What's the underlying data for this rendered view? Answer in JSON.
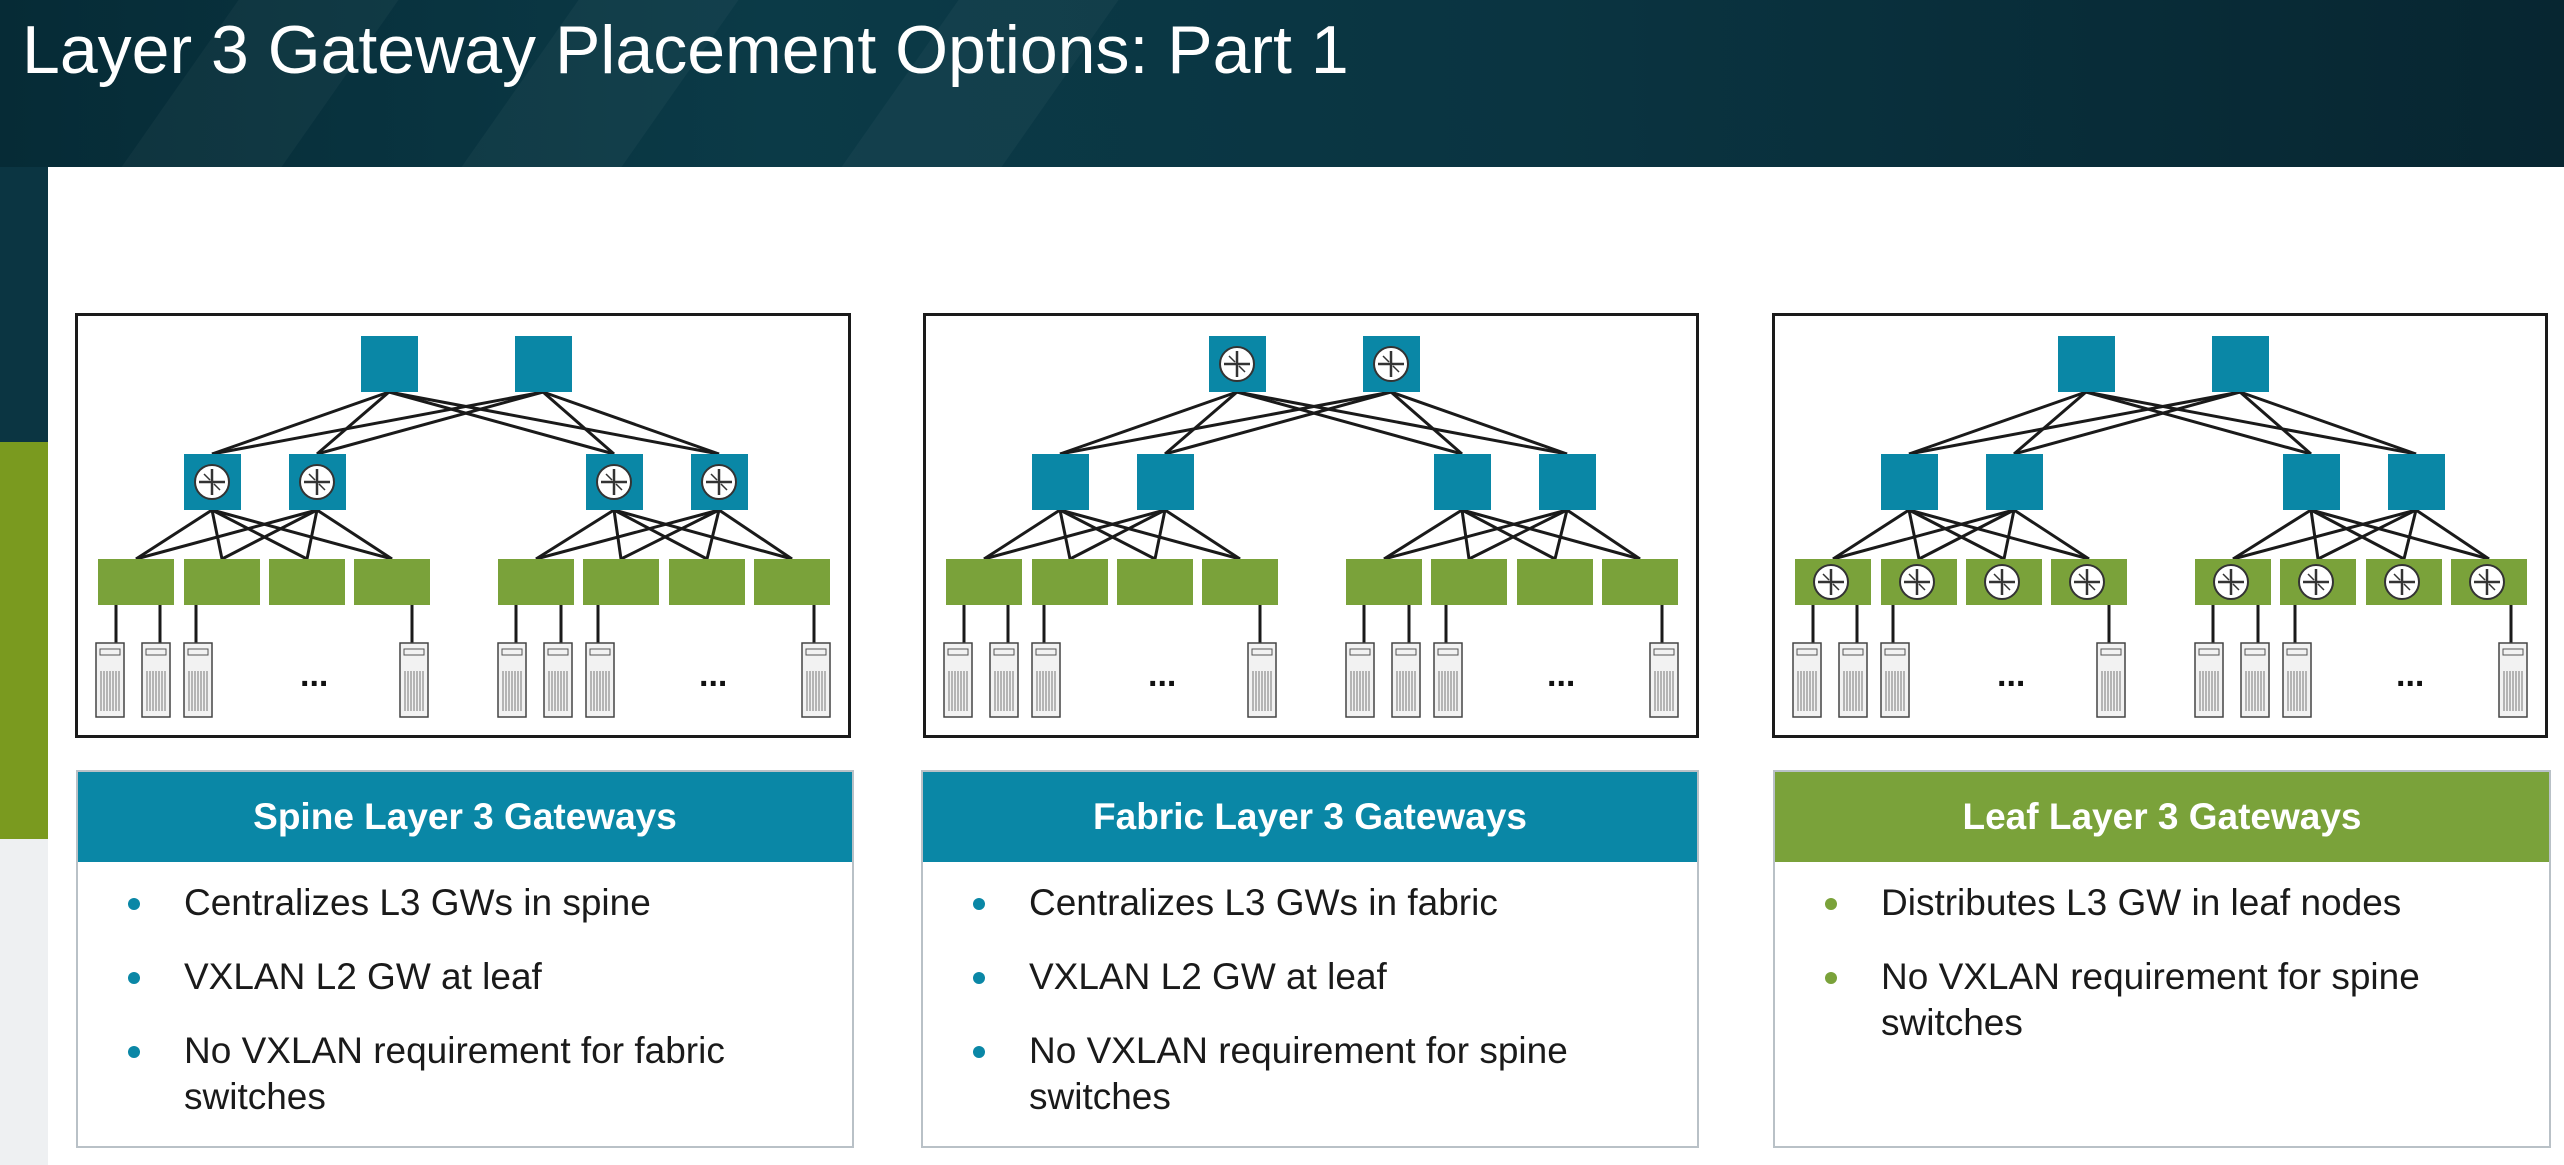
{
  "title": "Layer 3 Gateway Placement Options: Part 1",
  "colors": {
    "spine_blue": "#0a87a6",
    "leaf_green": "#7aa23a",
    "header_dark": "#062b36",
    "line": "#1a1a1a"
  },
  "panels": [
    {
      "heading": "Spine Layer 3 Gateways",
      "theme": "blue",
      "router_icons_on": "spine",
      "ellipsis": "...",
      "bullets": [
        "Centralizes L3 GWs in spine",
        "VXLAN L2 GW at leaf",
        "No VXLAN requirement for fabric switches"
      ]
    },
    {
      "heading": "Fabric Layer 3 Gateways",
      "theme": "blue",
      "router_icons_on": "fabric",
      "ellipsis": "...",
      "bullets": [
        "Centralizes L3 GWs in fabric",
        "VXLAN L2 GW at leaf",
        "No VXLAN requirement for spine switches"
      ]
    },
    {
      "heading": "Leaf Layer 3 Gateways",
      "theme": "green",
      "router_icons_on": "leaf",
      "ellipsis": "...",
      "bullets": [
        "Distributes L3 GW in leaf nodes",
        "No VXLAN requirement for spine switches"
      ]
    }
  ]
}
